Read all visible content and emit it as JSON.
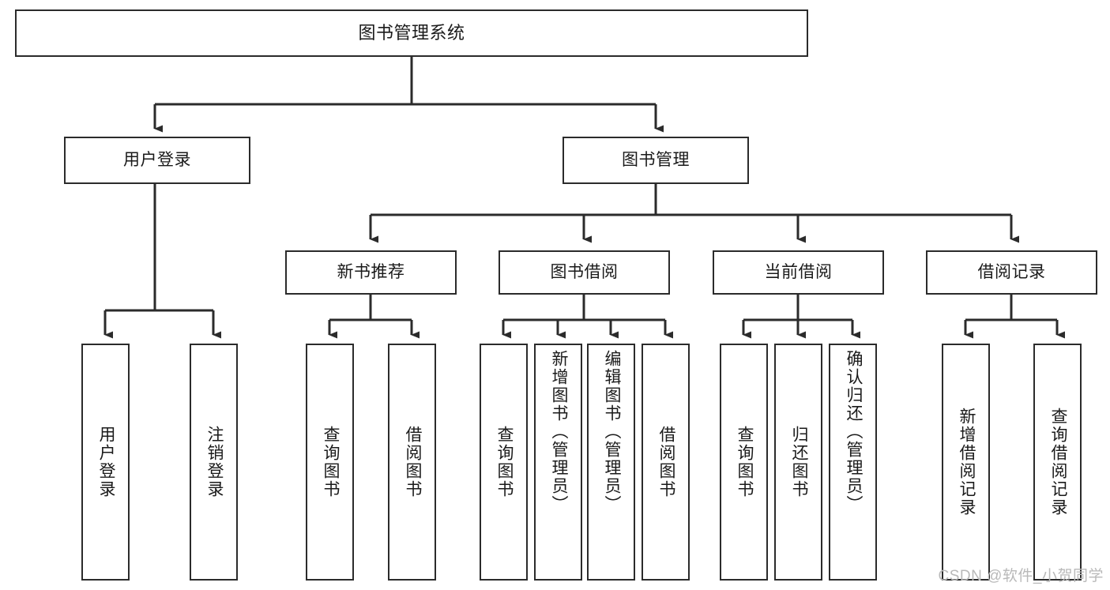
{
  "diagram": {
    "title": "图书管理系统",
    "type": "tree-hierarchy-diagram",
    "background_color": "#ffffff",
    "box_border_color": "#2b2b2b",
    "text_color": "#1a1a1a"
  },
  "nodes": {
    "root": {
      "label": "图书管理系统",
      "level": 1
    },
    "user_login": {
      "label": "用户登录",
      "level": 2
    },
    "book_manage": {
      "label": "图书管理",
      "level": 2
    },
    "new_book_rec": {
      "label": "新书推荐",
      "level": 3
    },
    "book_borrow": {
      "label": "图书借阅",
      "level": 3
    },
    "current_borrow": {
      "label": "当前借阅",
      "level": 3
    },
    "borrow_record": {
      "label": "借阅记录",
      "level": 3
    },
    "leaf_user_login": {
      "label": "用户登录",
      "level": 4
    },
    "leaf_logout": {
      "label": "注销登录",
      "level": 4
    },
    "leaf_query_book_1": {
      "label": "查询图书",
      "level": 4
    },
    "leaf_borrow_book_1": {
      "label": "借阅图书",
      "level": 4
    },
    "leaf_query_book_2": {
      "label": "查询图书",
      "level": 4
    },
    "leaf_add_book": {
      "label": "新增图书（管理员）",
      "level": 4
    },
    "leaf_edit_book": {
      "label": "编辑图书（管理员）",
      "level": 4
    },
    "leaf_borrow_book_2": {
      "label": "借阅图书",
      "level": 4
    },
    "leaf_query_book_3": {
      "label": "查询图书",
      "level": 4
    },
    "leaf_return_book": {
      "label": "归还图书",
      "level": 4
    },
    "leaf_confirm_return": {
      "label": "确认归还（管理员）",
      "level": 4
    },
    "leaf_add_record": {
      "label": "新增借阅记录",
      "level": 4
    },
    "leaf_query_record": {
      "label": "查询借阅记录",
      "level": 4
    }
  },
  "watermark": {
    "text": "CSDN @软件_小贺同学"
  }
}
